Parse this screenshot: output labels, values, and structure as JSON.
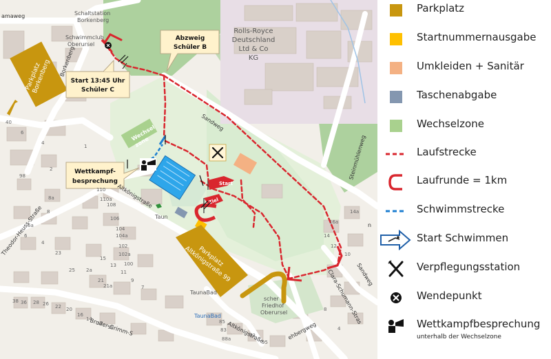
{
  "map": {
    "street_labels": {
      "amaweg": "amaweg",
      "borkenberg": "Borkenberg",
      "theodor_heuss": "Theodor-Heuss-Straße",
      "altkoenig_1": "Altkönigstraße",
      "altkoenig_2": "Altkönigstraße",
      "bruder_grimm": "Bruder-Grimm-S",
      "sandweg_1": "Sandweg",
      "sandweg_2": "Sandweg",
      "steinmuehlenweg": "Steinmühlenweg",
      "clara_schumann": "Clara-Schumann-Stras",
      "schoenberg": "ehbergweg",
      "n_partial": "n"
    },
    "place_labels": {
      "schaltstation_1": "Schaltstation",
      "schaltstation_2": "Borkenberg",
      "schwimmclub_1": "Schwimmclub",
      "schwimmclub_2": "Oberursel",
      "rolls_1": "Rolls-Royce",
      "rolls_2": "Deutschland",
      "rolls_3": "Ltd & Co",
      "rolls_4": "KG",
      "taunabad_1": "TaunaBad",
      "taunabad_2": "TaunaBad",
      "taunabad_3": "Taun",
      "friedhof_1": "scher",
      "friedhof_2": "Friedhof",
      "friedhof_3": "Oberursel"
    },
    "house_numbers": [
      "40",
      "6",
      "4",
      "2",
      "1",
      "110",
      "110a",
      "108",
      "106",
      "104",
      "104a",
      "102",
      "102a",
      "100",
      "98",
      "8a",
      "8",
      "6a",
      "6",
      "4",
      "21",
      "21a",
      "2a",
      "23",
      "25",
      "15",
      "13",
      "11",
      "9",
      "7",
      "38",
      "36",
      "28",
      "26",
      "22",
      "20",
      "16",
      "14",
      "12",
      "10",
      "85",
      "83",
      "88a",
      "93",
      "95",
      "16a",
      "14a",
      "14",
      "12",
      "10",
      "8",
      "4",
      "2"
    ],
    "parking": {
      "borkenberg": [
        "Parkplatz",
        "Borkenberg"
      ],
      "altkoenig": [
        "Parkplatz",
        "Altkönigstraße 99"
      ]
    },
    "callouts": {
      "abzweig": [
        "Abzweig",
        "Schüler B"
      ],
      "start_c": [
        "Start 13:45 Uhr",
        "Schüler C"
      ],
      "wettkampf": [
        "Wettkampf-",
        "besprechung"
      ]
    },
    "flags": {
      "start": "Start",
      "ziel": "Ziel"
    },
    "wechselzone_label": [
      "Wechsel",
      "zone"
    ],
    "colors": {
      "parking": "#c8960f",
      "startnummer": "#f5c30f",
      "umkleiden": "#f5b083",
      "taschen": "#8b9db8",
      "wechselzone": "#a9d18e",
      "laufstrecke": "#d9262e",
      "schwimmstrecke": "#1e7fd1",
      "pool": "#2ea6ea"
    }
  },
  "legend": {
    "items": [
      {
        "id": "parkplatz",
        "label": "Parkplatz",
        "icon": "square-swatch",
        "color": "#c8960f"
      },
      {
        "id": "startnummern",
        "label": "Startnummernausgabe",
        "icon": "square-swatch",
        "color": "#ffc000"
      },
      {
        "id": "umkleiden",
        "label": "Umkleiden + Sanitär",
        "icon": "square-swatch",
        "color": "#f4b183"
      },
      {
        "id": "taschen",
        "label": "Taschenabgabe",
        "icon": "square-swatch",
        "color": "#8497b0"
      },
      {
        "id": "wechselzone",
        "label": "Wechselzone",
        "icon": "square-swatch",
        "color": "#a9d18e"
      },
      {
        "id": "laufstrecke",
        "label": "Laufstrecke",
        "icon": "red-dashed-line",
        "color": "#d9262e"
      },
      {
        "id": "laufrunde",
        "label": "Laufrunde = 1km",
        "icon": "u-turn-icon",
        "color": "#d9262e"
      },
      {
        "id": "schwimmstrecke",
        "label": "Schwimmstrecke",
        "icon": "blue-dashed-line",
        "color": "#1e7fd1"
      },
      {
        "id": "start_schwimmen",
        "label": "Start Schwimmen",
        "icon": "swim-arrow-icon",
        "color": "#1f5fa8"
      },
      {
        "id": "verpflegung",
        "label": "Verpflegungsstation",
        "icon": "fork-knife-icon",
        "color": "#111111"
      },
      {
        "id": "wendepunkt",
        "label": "Wendepunkt",
        "icon": "turnaround-icon",
        "color": "#111111"
      },
      {
        "id": "wettkampf",
        "label": "Wettkampfbesprechung",
        "sublabel": "unterhalb der Wechselzone",
        "icon": "briefing-icon",
        "color": "#111111"
      }
    ]
  }
}
